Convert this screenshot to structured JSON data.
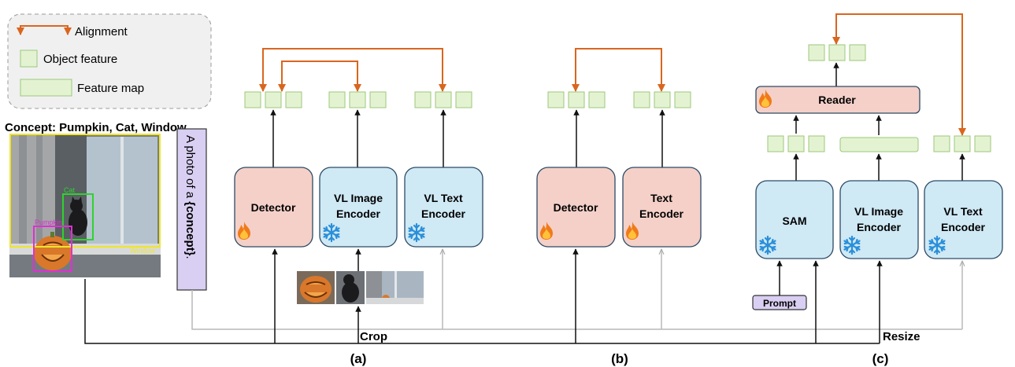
{
  "legend": {
    "alignment_label": "Alignment",
    "object_feature_label": "Object feature",
    "feature_map_label": "Feature map"
  },
  "image_example": {
    "concept_title": "Concept: Pumpkin, Cat, Window",
    "box_labels": [
      "Cat",
      "Pumpkin",
      "Window"
    ],
    "prompt_template_prefix": "A photo of a ",
    "prompt_template_concept": "{concept}",
    "prompt_template_suffix": "."
  },
  "panels": {
    "a": {
      "caption": "(a)",
      "modules": [
        "Detector",
        "VL Image Encoder",
        "VL Text Encoder"
      ],
      "crop_label": "Crop"
    },
    "b": {
      "caption": "(b)",
      "modules": [
        "Detector",
        "Text Encoder"
      ]
    },
    "c": {
      "caption": "(c)",
      "modules": [
        "SAM",
        "VL Image Encoder",
        "VL Text Encoder"
      ],
      "reader_label": "Reader",
      "prompt_label": "Prompt",
      "resize_label": "Resize"
    }
  },
  "icons": {
    "trainable": "fire-icon",
    "frozen": "snowflake-icon"
  },
  "colors": {
    "alignment_arrow": "#d9661f",
    "feature_fill": "#e3f3d2",
    "feature_stroke": "#9cc77a",
    "trainable_fill": "#f4d0c8",
    "frozen_fill": "#cfe9f5",
    "module_stroke": "#2c4a66",
    "prompt_fill": "#d9cff2",
    "connector_gray": "#b9b9b9"
  }
}
